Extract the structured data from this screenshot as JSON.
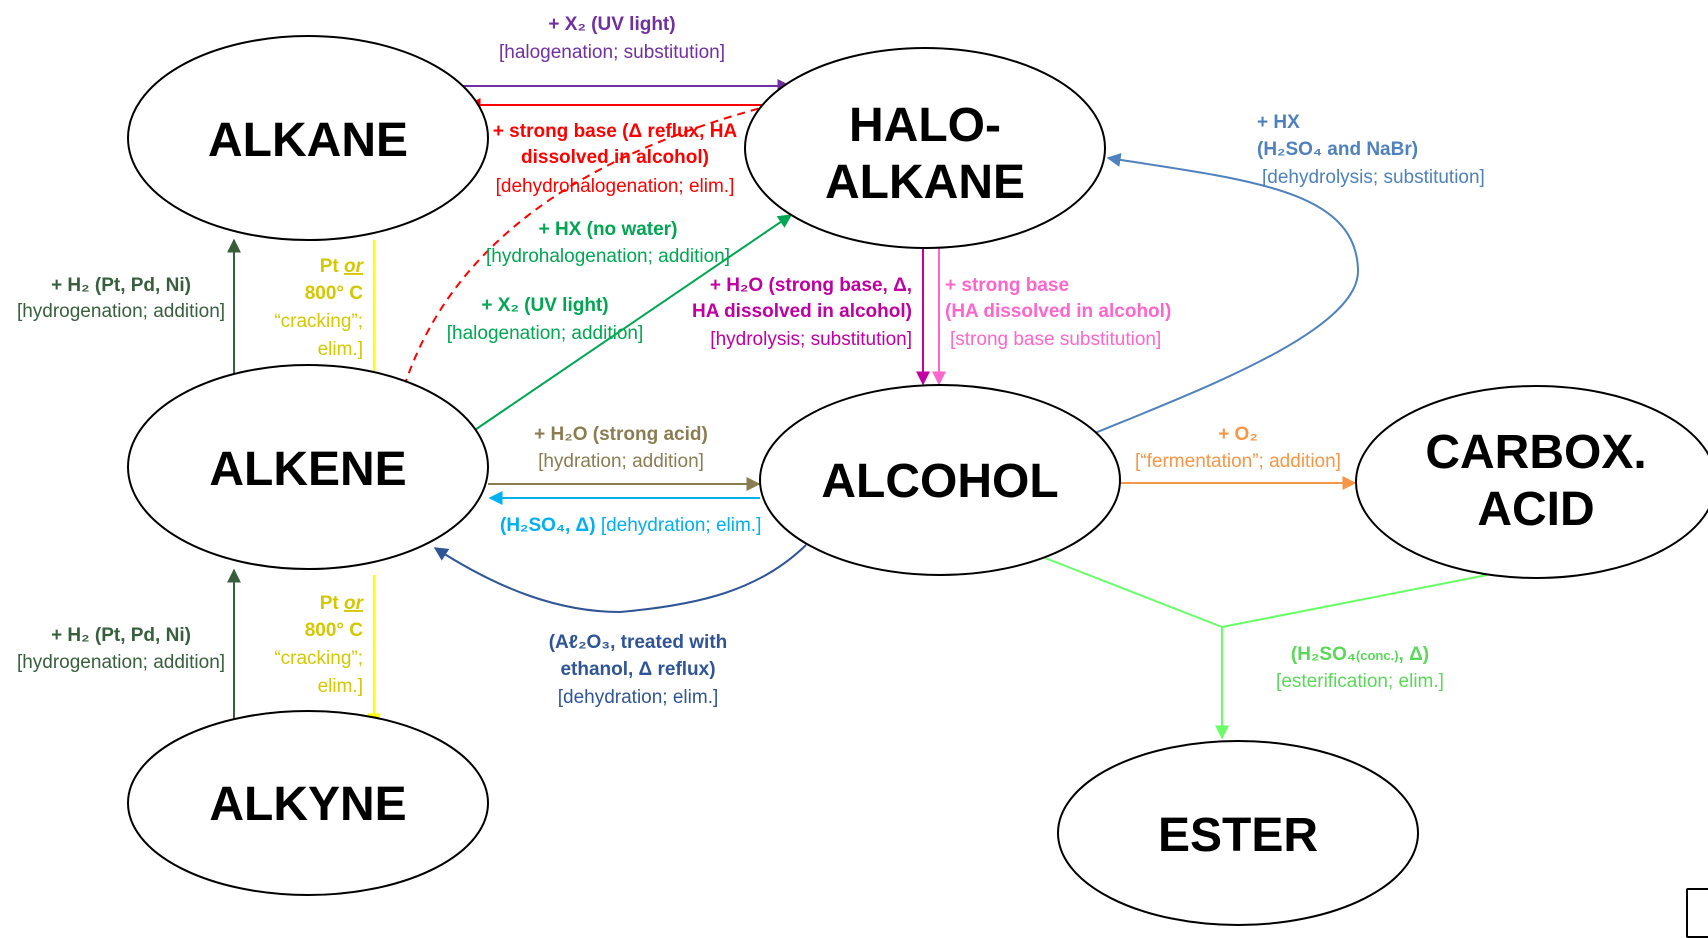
{
  "nodes": {
    "alkane": "ALKANE",
    "haloalkane_line1": "HALO-",
    "haloalkane_line2": "ALKANE",
    "alkene": "ALKENE",
    "alcohol": "ALCOHOL",
    "carbox_line1": "CARBOX.",
    "carbox_line2": "ACID",
    "alkyne": "ALKYNE",
    "ester": "ESTER"
  },
  "reactions": {
    "alkane_to_halo": {
      "reagent": "+ X₂ (UV light)",
      "type": "[halogenation; substitution]"
    },
    "halo_to_alkene": {
      "line1": "+ strong base (Δ reflux, HA",
      "line2": "dissolved in alcohol)",
      "type": "[dehydrohalogenation; elim.]"
    },
    "alcohol_to_halo": {
      "reagent": "+ HX",
      "condition": "(H₂SO₄ and NaBr)",
      "type": "[dehydrolysis; substitution]"
    },
    "alkene_halo_hx": {
      "reagent": "+ HX (no water)",
      "type": "[hydrohalogenation; addition]"
    },
    "alkene_halo_x2": {
      "reagent": "+ X₂ (UV light)",
      "type": "[halogenation; addition]"
    },
    "halo_to_alcohol_h2o": {
      "line1": "+ H₂O (strong base, Δ,",
      "line2": "HA dissolved in alcohol)",
      "type": "[hydrolysis; substitution]"
    },
    "halo_to_alcohol_base": {
      "line1": "+ strong base",
      "line2": "(HA dissolved in alcohol)",
      "type": "[strong base substitution]"
    },
    "alkene_to_alkane": {
      "reagent": "+ H₂ (Pt, Pd, Ni)",
      "type": "[hydrogenation; addition]"
    },
    "alkyne_to_alkene": {
      "reagent": "+ H₂ (Pt, Pd, Ni)",
      "type": "[hydrogenation; addition]"
    },
    "cracking_top": {
      "cat1": "Pt",
      "or": "or",
      "temp": "800° C",
      "type1": "“cracking”;",
      "type2": "elim.]"
    },
    "cracking_bottom": {
      "cat1": "Pt",
      "or": "or",
      "temp": "800° C",
      "type1": "“cracking”;",
      "type2": "elim.]"
    },
    "alkene_to_alcohol": {
      "reagent": "+ H₂O (strong acid)",
      "type": "[hydration; addition]"
    },
    "alcohol_to_alkene_acid": {
      "reagent": "(H₂SO₄, Δ)",
      "type": "[dehydration; elim.]"
    },
    "alcohol_to_alkene_alumina": {
      "line1": "(Aℓ₂O₃, treated with",
      "line2": "ethanol, Δ reflux)",
      "type": "[dehydration; elim.]"
    },
    "alcohol_to_acid": {
      "reagent": "+ O₂",
      "type": "[“fermentation”; addition]"
    },
    "esterification": {
      "reagent_main": "(H₂SO₄",
      "reagent_sub": "(conc.)",
      "reagent_end": ", Δ)",
      "type": "[esterification; elim.]"
    }
  },
  "colors": {
    "purple": "#7030a0",
    "red": "#ff0000",
    "steel_blue": "#4f81bd",
    "green": "#00a651",
    "magenta": "#c000a0",
    "pink": "#ff66cc",
    "dark_green": "#375f3c",
    "yellow": "#ffff00",
    "yellow_text": "#d4c800",
    "olive": "#8b7d52",
    "cyan": "#00b0f0",
    "navy": "#2f5597",
    "orange": "#f79646",
    "light_green": "#66ff66",
    "esterification_text": "#5ad85a"
  }
}
